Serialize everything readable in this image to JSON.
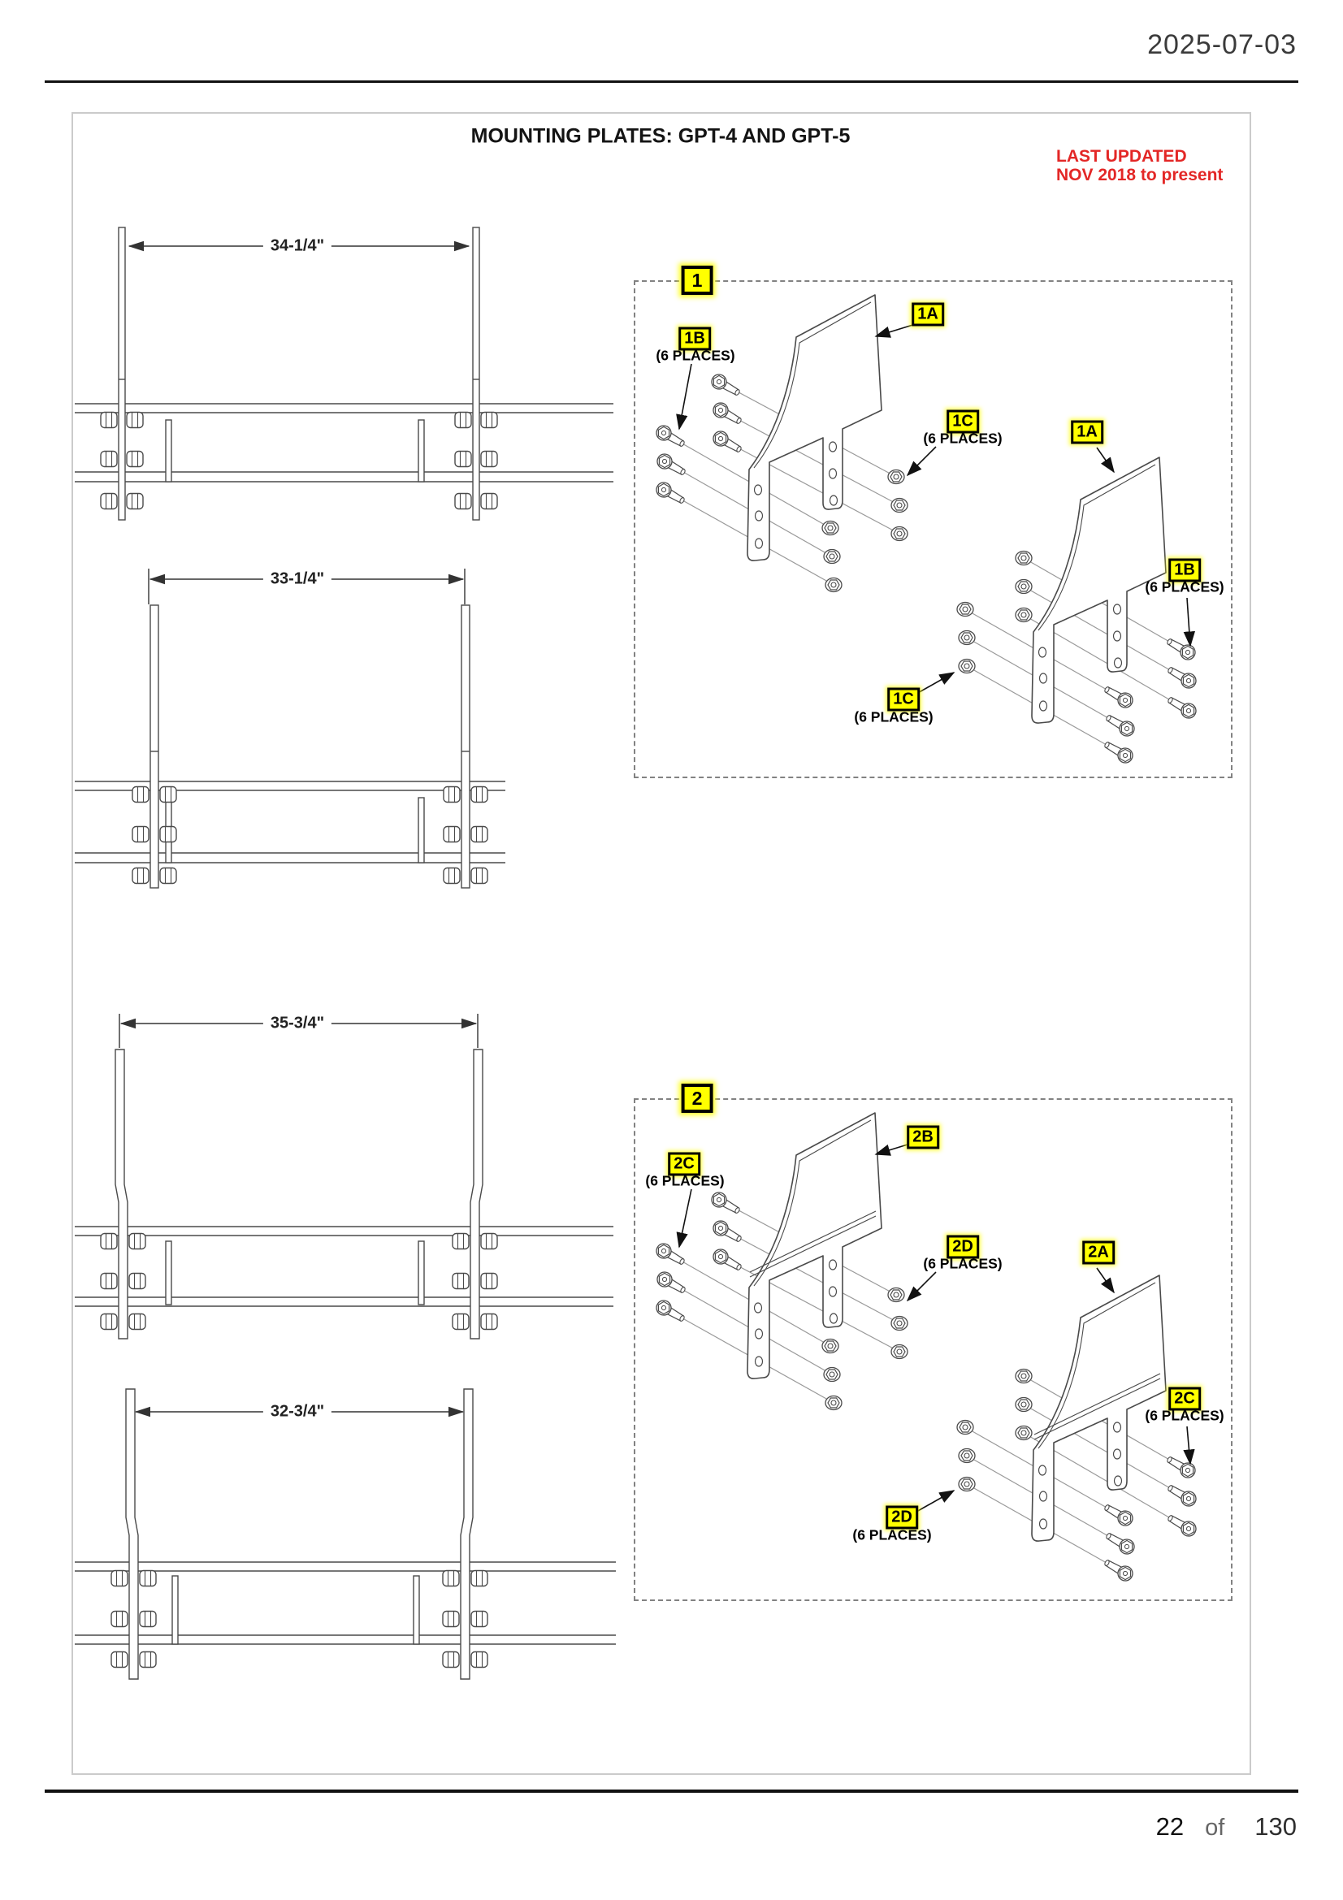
{
  "page": {
    "date": "2025-07-03",
    "footer": {
      "page_number": "22",
      "of_label": "of",
      "total_pages": "130"
    }
  },
  "diagram": {
    "title": "MOUNTING PLATES: GPT-4 AND GPT-5",
    "last_updated": {
      "line1": "LAST UPDATED",
      "line2": "NOV 2018 to present"
    },
    "drawings": [
      {
        "dimension": "34-1/4\""
      },
      {
        "dimension": "33-1/4\""
      },
      {
        "dimension": "35-3/4\""
      },
      {
        "dimension": "32-3/4\""
      }
    ],
    "detail_boxes": [
      {
        "number": "1",
        "callouts": [
          {
            "label": "1A"
          },
          {
            "label": "1B",
            "note": "(6 PLACES)"
          },
          {
            "label": "1C",
            "note": "(6 PLACES)"
          },
          {
            "label": "1A"
          },
          {
            "label": "1B",
            "note": "(6 PLACES)"
          },
          {
            "label": "1C",
            "note": "(6 PLACES)"
          }
        ]
      },
      {
        "number": "2",
        "callouts": [
          {
            "label": "2B"
          },
          {
            "label": "2C",
            "note": "(6 PLACES)"
          },
          {
            "label": "2D",
            "note": "(6 PLACES)"
          },
          {
            "label": "2A"
          },
          {
            "label": "2C",
            "note": "(6 PLACES)"
          },
          {
            "label": "2D",
            "note": "(6 PLACES)"
          }
        ]
      }
    ],
    "colors": {
      "highlight_yellow": "#ffff00",
      "warning_red": "#e32726"
    }
  }
}
